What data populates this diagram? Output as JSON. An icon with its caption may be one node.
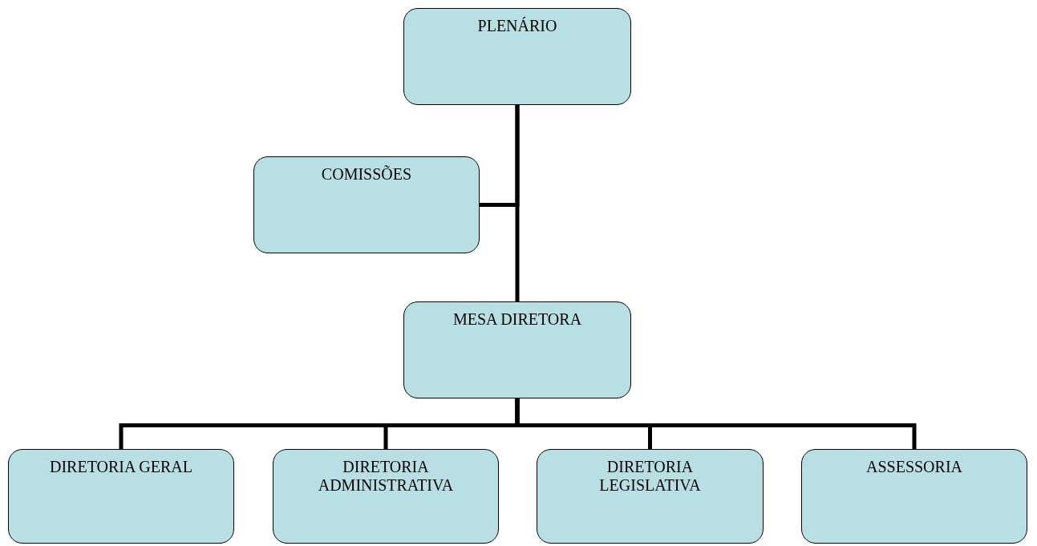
{
  "diagram": {
    "nodes": [
      {
        "text": [
          "PLENÁRIO"
        ]
      },
      {
        "text": [
          "COMISSÕES"
        ]
      },
      {
        "text": [
          "MESA DIRETORA"
        ]
      },
      {
        "text": [
          "DIRETORIA GERAL"
        ]
      },
      {
        "text": [
          "DIRETORIA ADMINISTRATIVA"
        ]
      },
      {
        "text": [
          "DIRETORIA LEGISLATIVA"
        ]
      },
      {
        "text": [
          "ASSESSORIA"
        ]
      }
    ],
    "edges": [
      {
        "from": 0,
        "to": 1,
        "arrow": "none"
      },
      {
        "from": 0,
        "to": 2,
        "arrow": "none"
      },
      {
        "from": 2,
        "to": 3,
        "arrow": "none"
      },
      {
        "from": 2,
        "to": 4,
        "arrow": "none"
      },
      {
        "from": 2,
        "to": 5,
        "arrow": "none"
      },
      {
        "from": 2,
        "to": 6,
        "arrow": "none"
      }
    ]
  }
}
